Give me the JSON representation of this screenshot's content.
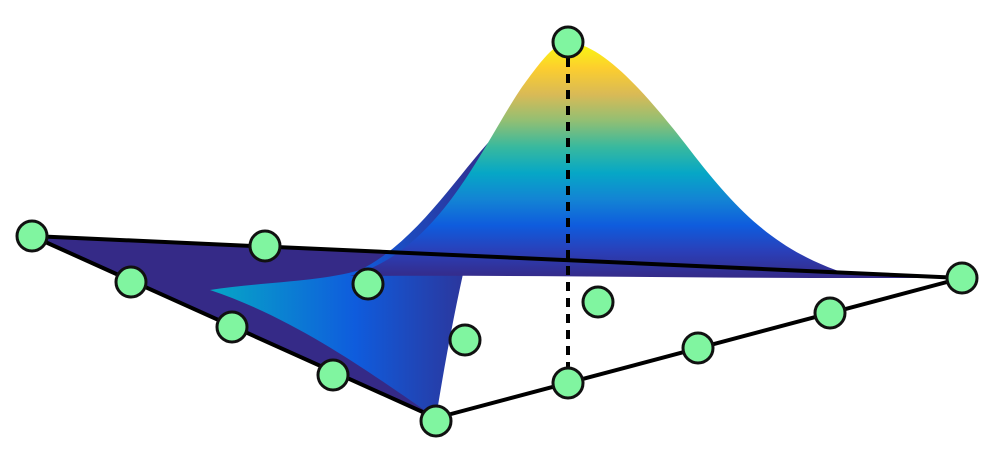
{
  "figure": {
    "description_visible_text": "",
    "surface": {
      "shape": "gaussian-peak",
      "colormap": "parula",
      "colormap_stops": [
        "#352a87",
        "#2a3fb8",
        "#0f5cdd",
        "#1384d4",
        "#06a7c6",
        "#38b99e",
        "#92bf73",
        "#d9ba56",
        "#fcce2e",
        "#f9fb0e"
      ]
    },
    "edge_color": "#000000",
    "node_color": "#80f5a0",
    "node_outline": "#111111",
    "peak_line_style": "dashed",
    "node_count": 15
  }
}
